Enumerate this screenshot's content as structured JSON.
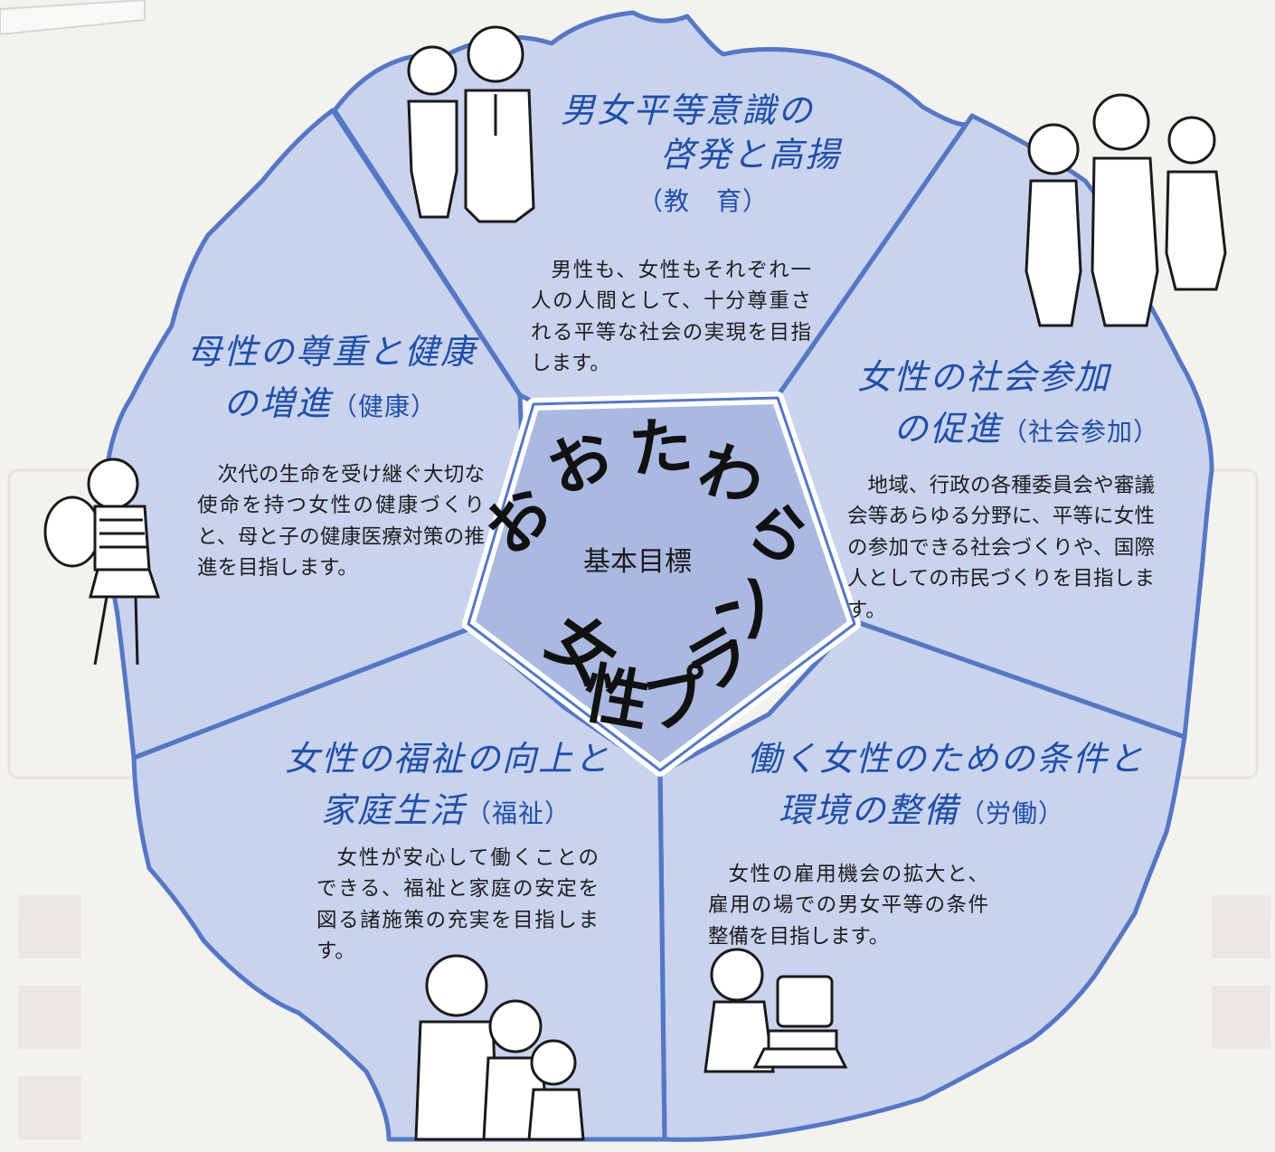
{
  "center": {
    "label": "基本目標",
    "logo_top_text": "おおたわら",
    "logo_bottom_text": "女性プラン"
  },
  "goals": [
    {
      "id": "education",
      "title_line1": "男女平等意識の",
      "title_line2": "啓発と高揚",
      "tag": "（教　育）",
      "description": "男性も、女性もそれぞれ一人の人間として、十分尊重される平等な社会の実現を目指します。"
    },
    {
      "id": "social",
      "title_line1": "女性の社会参加",
      "title_line2": "の促進",
      "tag": "（社会参加）",
      "description": "地域、行政の各種委員会や審議会等あらゆる分野に、平等に女性の参加できる社会づくりや、国際人としての市民づくりを目指します。"
    },
    {
      "id": "labor",
      "title_line1": "働く女性のための条件と",
      "title_line2": "環境の整備",
      "tag": "（労働）",
      "description": "女性の雇用機会の拡大と、雇用の場での男女平等の条件整備を目指します。"
    },
    {
      "id": "welfare",
      "title_line1": "女性の福祉の向上と",
      "title_line2": "家庭生活",
      "tag": "（福祉）",
      "description": "女性が安心して働くことのできる、福祉と家庭の安定を図る諸施策の充実を目指します。"
    },
    {
      "id": "health",
      "title_line1": "母性の尊重と健康",
      "title_line2": "の増進",
      "tag": "（健康）",
      "description": "次代の生命を受け継ぐ大切な使命を持つ女性の健康づくりと、母と子の健康医療対策の推進を目指します。"
    }
  ],
  "colors": {
    "petal_fill": "#c9d3ee",
    "center_fill": "#a9b9e1",
    "outline": "#5577c4",
    "heading": "#1f4fa8"
  }
}
